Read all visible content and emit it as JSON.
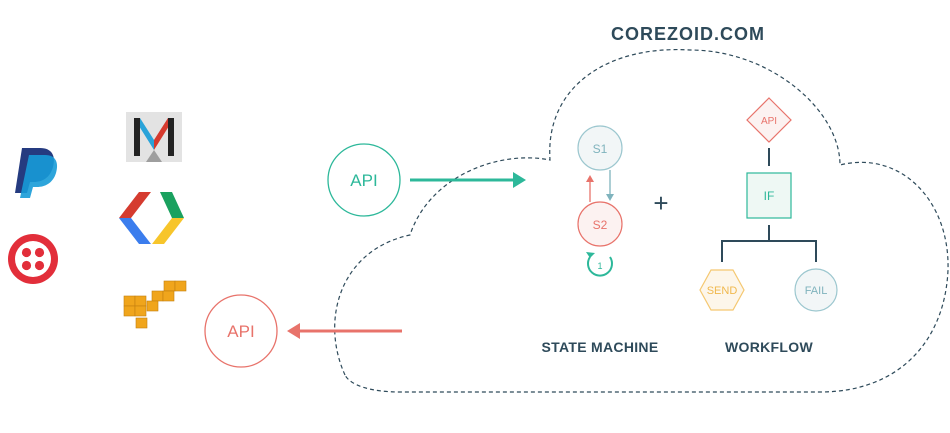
{
  "title": "COREZOID.COM",
  "api_in": {
    "label": "API"
  },
  "api_out": {
    "label": "API"
  },
  "state_machine": {
    "label": "STATE MACHINE",
    "s1": "S1",
    "s2": "S2",
    "loop": "1"
  },
  "plus": "+",
  "workflow": {
    "label": "WORKFLOW",
    "api": "API",
    "if": "IF",
    "send": "SEND",
    "fail": "FAIL"
  },
  "logos": [
    "paypal-logo",
    "twilio-logo",
    "gmail-logo",
    "google-developers-logo",
    "aws-logo"
  ],
  "colors": {
    "teal": "#2db89a",
    "salmon": "#e8736b",
    "dark": "#2e4a5a",
    "muted": "#9cc7cf",
    "gold": "#f5c871",
    "line": "#2e4a5a"
  }
}
